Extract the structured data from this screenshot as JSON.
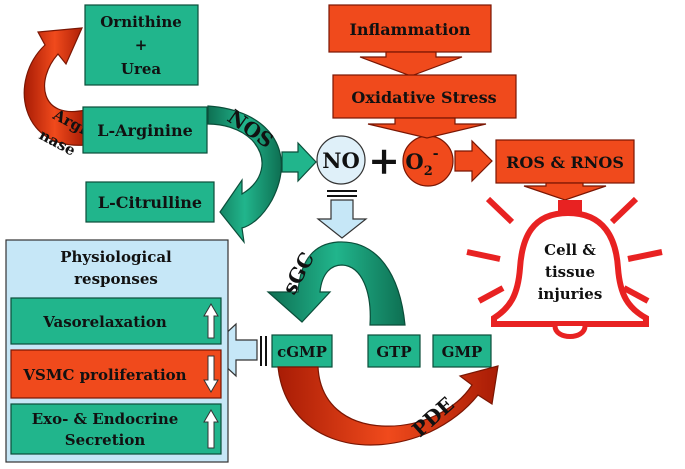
{
  "colors": {
    "green": "#21b58c",
    "green_dark": "#13805f",
    "red": "#f04a1c",
    "red_dark": "#b52408",
    "bell_red": "#e82222",
    "light_blue": "#c6e7f7",
    "no_circle": "#dff0f9"
  },
  "nodes": {
    "ornithine_urea": [
      "Ornithine",
      "+",
      "Urea"
    ],
    "arginase": [
      "Argi-",
      "nase"
    ],
    "l_arginine": "L-Arginine",
    "nos": "NOS",
    "l_citrulline": "L-Citrulline",
    "no": "NO",
    "plus": "+",
    "o2_base": "O",
    "o2_sub": "2",
    "o2_sup": "-",
    "inflammation": "Inflammation",
    "oxidative_stress": "Oxidative Stress",
    "ros_rnos": "ROS & RNOS",
    "injury": [
      "Cell &",
      "tissue",
      "injuries"
    ],
    "sgc": "sGC",
    "cgmp": "cGMP",
    "gtp": "GTP",
    "gmp": "GMP",
    "pde": "PDE"
  },
  "responses": {
    "title": [
      "Physiological",
      "responses"
    ],
    "items": [
      {
        "label": [
          "Vasorelaxation"
        ],
        "direction": "up",
        "color": "green"
      },
      {
        "label": [
          "VSMC proliferation"
        ],
        "direction": "down",
        "color": "red"
      },
      {
        "label": [
          "Exo- & Endocrine",
          "Secretion"
        ],
        "direction": "up",
        "color": "green"
      }
    ]
  }
}
